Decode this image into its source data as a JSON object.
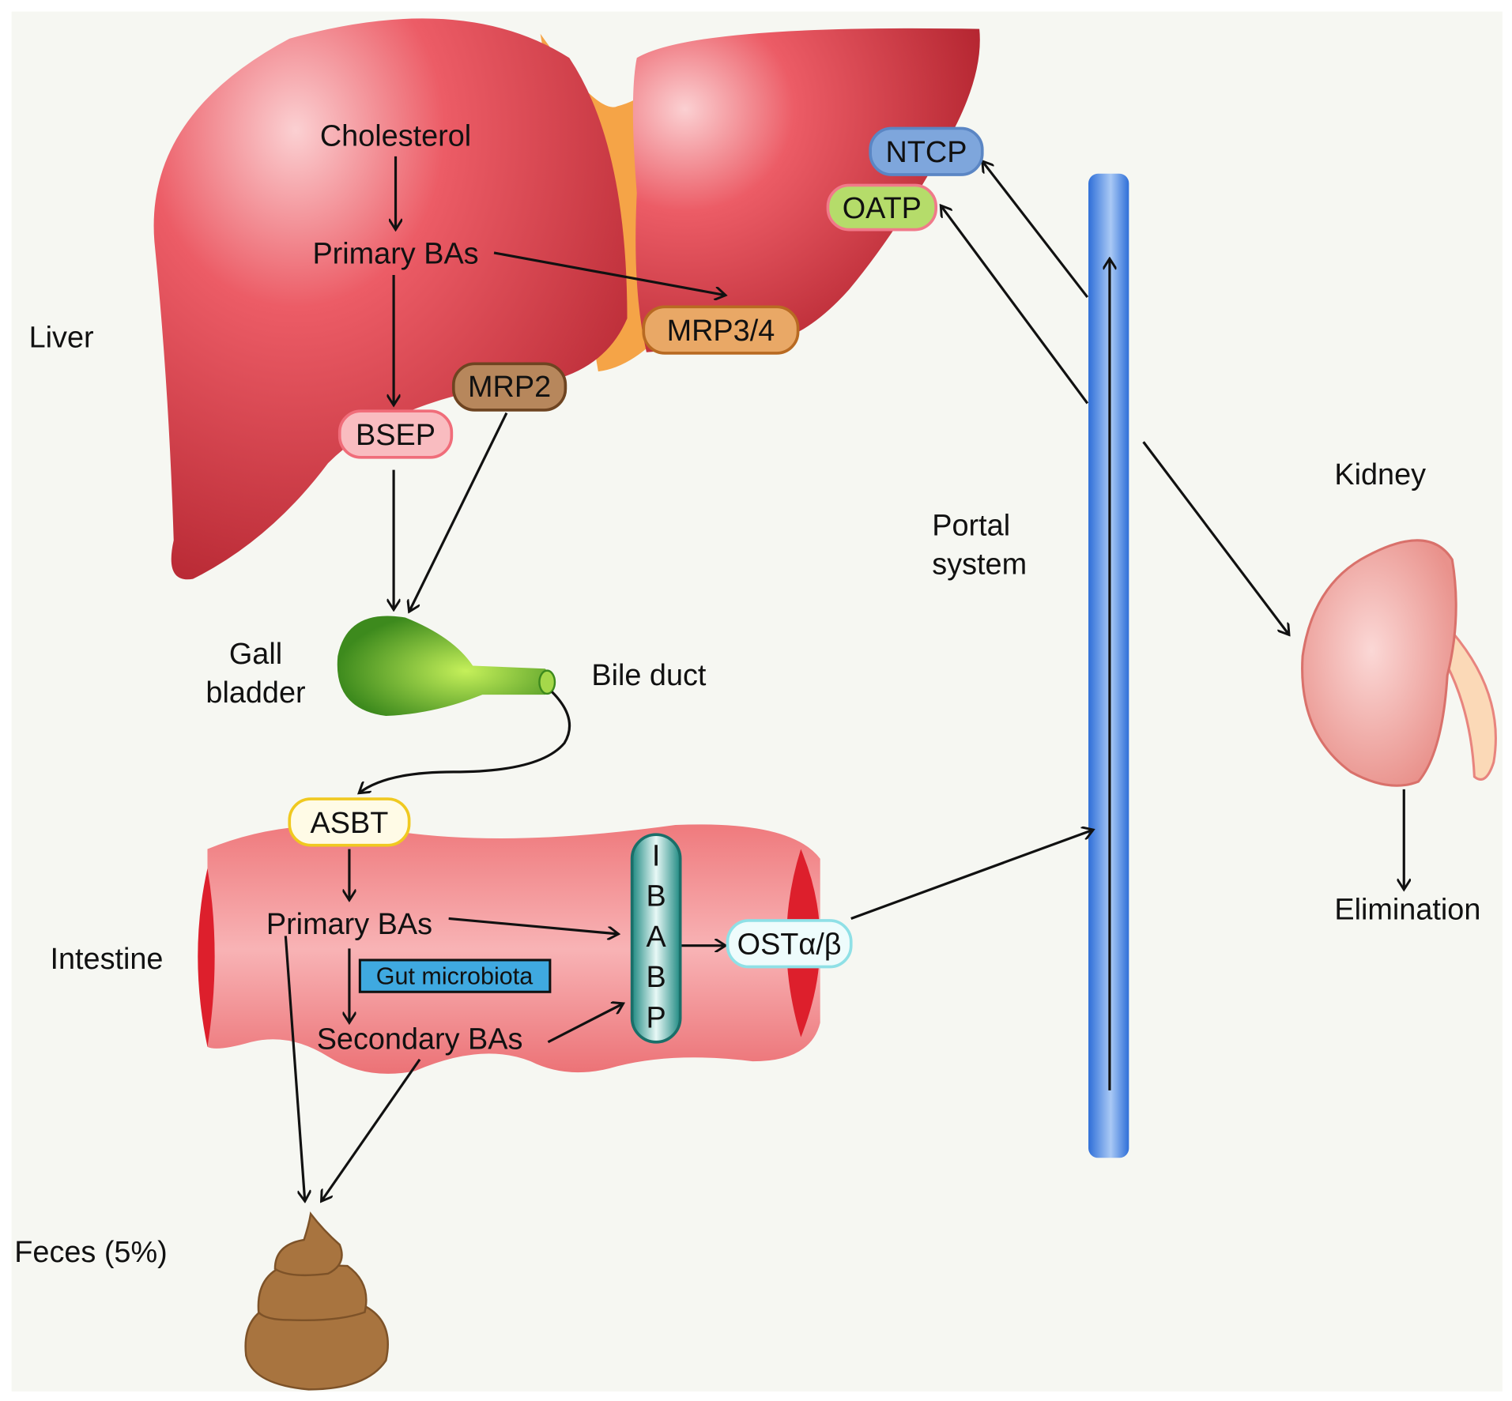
{
  "labels": {
    "liver": "Liver",
    "gall_bladder_line1": "Gall",
    "gall_bladder_line2": "bladder",
    "bile_duct": "Bile duct",
    "intestine": "Intestine",
    "feces": "Feces (5%)",
    "portal_line1": "Portal",
    "portal_line2": "system",
    "kidney": "Kidney",
    "elimination": "Elimination"
  },
  "liver": {
    "cholesterol": "Cholesterol",
    "primary_bas": "Primary BAs"
  },
  "transporters": {
    "ntcp": "NTCP",
    "oatp": "OATP",
    "mrp34": "MRP3/4",
    "mrp2": "MRP2",
    "bsep": "BSEP",
    "asbt": "ASBT",
    "ost": "OSTα/β",
    "ibabp": [
      "I",
      "B",
      "A",
      "B",
      "P"
    ]
  },
  "intestine": {
    "primary_bas": "Primary BAs",
    "secondary_bas": "Secondary BAs",
    "gut_microbiota": "Gut microbiota"
  },
  "colors": {
    "liver": "#d9424d",
    "portal_vein": "#3d7be0",
    "ntcp": "#7ea6dc",
    "oatp": "#b5dc6a",
    "mrp34": "#d8924a",
    "mrp2": "#9b6a45",
    "bsep": "#f6a0a5",
    "asbt": "#fff6c8",
    "ost": "#e6fbfb",
    "ibabp": "#3aa39c",
    "gut_microbiota": "#3fa9e0",
    "gallbladder": "#5ea62a",
    "feces": "#a8743f",
    "kidney": "#f2a5a0"
  }
}
